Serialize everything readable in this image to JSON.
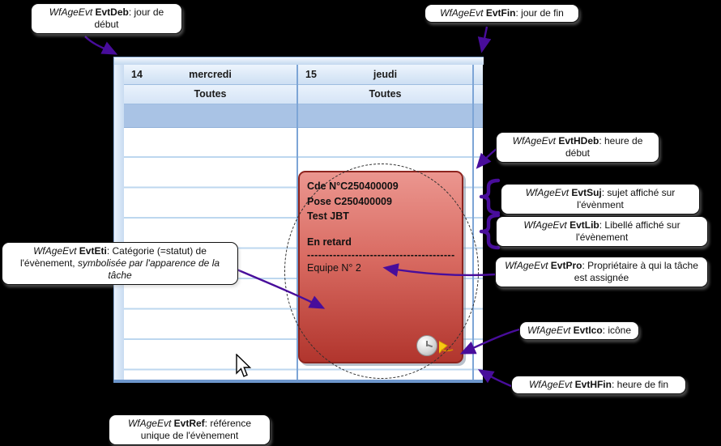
{
  "colors": {
    "arrow": "#480d9b",
    "card_top": "#eb968f",
    "card_bottom": "#b1352d",
    "card_border": "#8e241f",
    "calendar_accent": "#7da5d6"
  },
  "calendar": {
    "days": [
      {
        "number": "14",
        "name": "mercredi",
        "filter": "Toutes"
      },
      {
        "number": "15",
        "name": "jeudi",
        "filter": "Toutes"
      }
    ],
    "event_card": {
      "subject_line1": "Cde N°C250400009",
      "subject_line2": "Pose C250400009",
      "subject_line3": "Test JBT",
      "status_label": "En retard",
      "separator": "----------------------------------------",
      "owner": "Equipe N° 2",
      "icons": [
        "clock-icon",
        "hard-hat-icon"
      ]
    }
  },
  "callouts": {
    "evtdeb": {
      "prefix": "WfAgeEvt ",
      "field": "EvtDeb",
      "desc": ": jour de début"
    },
    "evtfin": {
      "prefix": "WfAgeEvt ",
      "field": "EvtFin",
      "desc": ": jour de fin"
    },
    "evthdeb": {
      "prefix": "WfAgeEvt ",
      "field": "EvtHDeb",
      "desc": ": heure de début"
    },
    "evtsuj": {
      "prefix": "WfAgeEvt ",
      "field": "EvtSuj",
      "desc": ": sujet affiché sur l'évènment"
    },
    "evtlib": {
      "prefix": "WfAgeEvt ",
      "field": "EvtLib",
      "desc": ": Libellé affiché sur l'évènement"
    },
    "evtpro": {
      "prefix": "WfAgeEvt ",
      "field": "EvtPro",
      "desc": ": Propriétaire à qui la tâche est assignée"
    },
    "evtico": {
      "prefix": "WfAgeEvt ",
      "field": "EvtIco",
      "desc": ": icône"
    },
    "evthfin": {
      "prefix": "WfAgeEvt ",
      "field": "EvtHFin",
      "desc": ": heure de fin"
    },
    "evtref": {
      "prefix": "WfAgeEvt ",
      "field": "EvtRef",
      "desc": ": référence unique de l'évènement"
    },
    "evteti": {
      "prefix": "WfAgeEvt ",
      "field": "EvtEti",
      "desc": ": Catégorie (=statut) de l'évènement, ",
      "desc_italic": "symbolisée par l'apparence de la tâche"
    }
  }
}
